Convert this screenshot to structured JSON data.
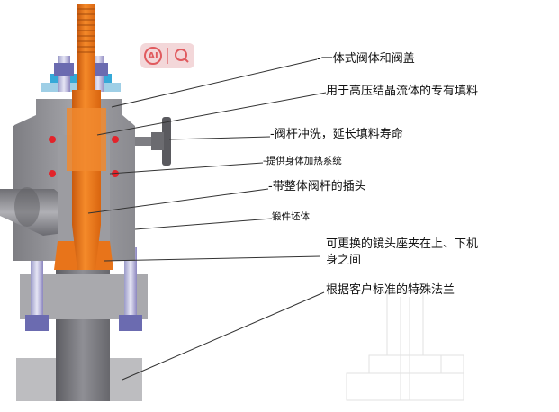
{
  "labels": [
    "-一体式阀体和阀盖",
    "用于高压结晶流体的专有填料",
    "-阀杆冲洗，延长填料寿命",
    "-提供身体加热系统",
    "-带整体阀杆的插头",
    "锻件坯体",
    "可更换的镜头座夹在上、下机",
    "身之间",
    "根据客户标准的特殊法兰"
  ],
  "badge": {
    "text": "AI",
    "icons": [
      "ai-icon",
      "search-icon"
    ]
  },
  "colors": {
    "stem_orange": "#f07a1e",
    "body_gray": "#8e8e92",
    "body_gray_light": "#b8b8bc",
    "heater_red": "#e3232a",
    "gland_blue": "#35a9d8",
    "bolt_purple": "#7b6bb3",
    "leader": "#333333",
    "badge_red": "#e05a5e"
  }
}
